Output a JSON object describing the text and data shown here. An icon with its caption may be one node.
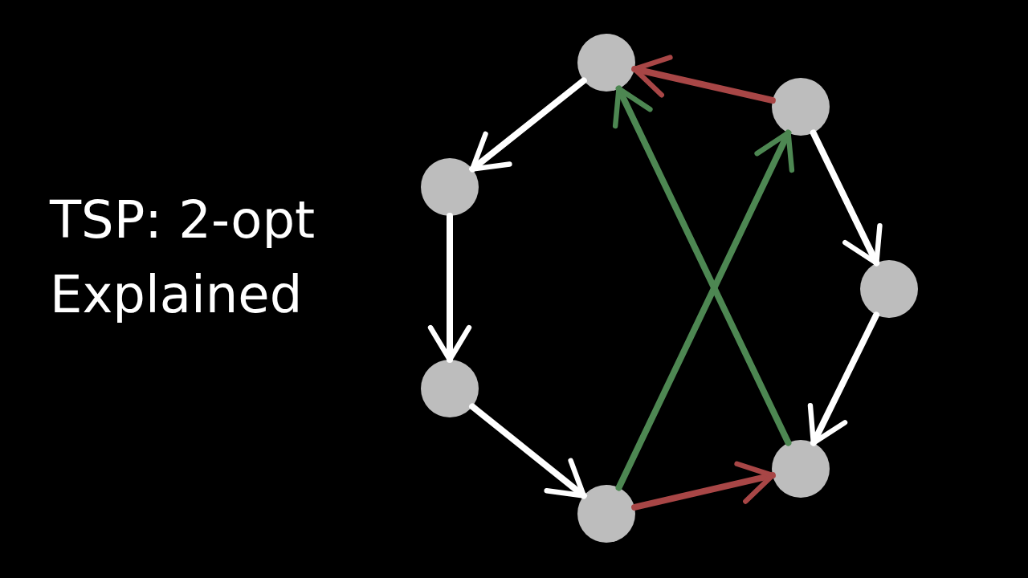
{
  "diagram": {
    "title": "TSP: 2-opt Explained",
    "nodes": [
      {
        "text": [],
        "shape": "circle"
      },
      {
        "text": [],
        "shape": "circle"
      },
      {
        "text": [],
        "shape": "circle"
      },
      {
        "text": [],
        "shape": "circle"
      },
      {
        "text": [],
        "shape": "circle"
      },
      {
        "text": [],
        "shape": "circle"
      },
      {
        "text": [],
        "shape": "circle"
      }
    ],
    "edges": [
      {
        "from": 0,
        "to": 2,
        "arrow": "to"
      },
      {
        "from": 2,
        "to": 4,
        "arrow": "to"
      },
      {
        "from": 4,
        "to": 6,
        "arrow": "to"
      },
      {
        "from": 6,
        "to": 5,
        "arrow": "to",
        "color": "#a84646"
      },
      {
        "from": 1,
        "to": 3,
        "arrow": "to"
      },
      {
        "from": 3,
        "to": 5,
        "arrow": "to"
      },
      {
        "from": 1,
        "to": 0,
        "arrow": "to",
        "color": "#a84646"
      },
      {
        "from": 6,
        "to": 1,
        "arrow": "to",
        "color": "#4d8752"
      },
      {
        "from": 5,
        "to": 0,
        "arrow": "to",
        "color": "#4d8752"
      }
    ]
  }
}
